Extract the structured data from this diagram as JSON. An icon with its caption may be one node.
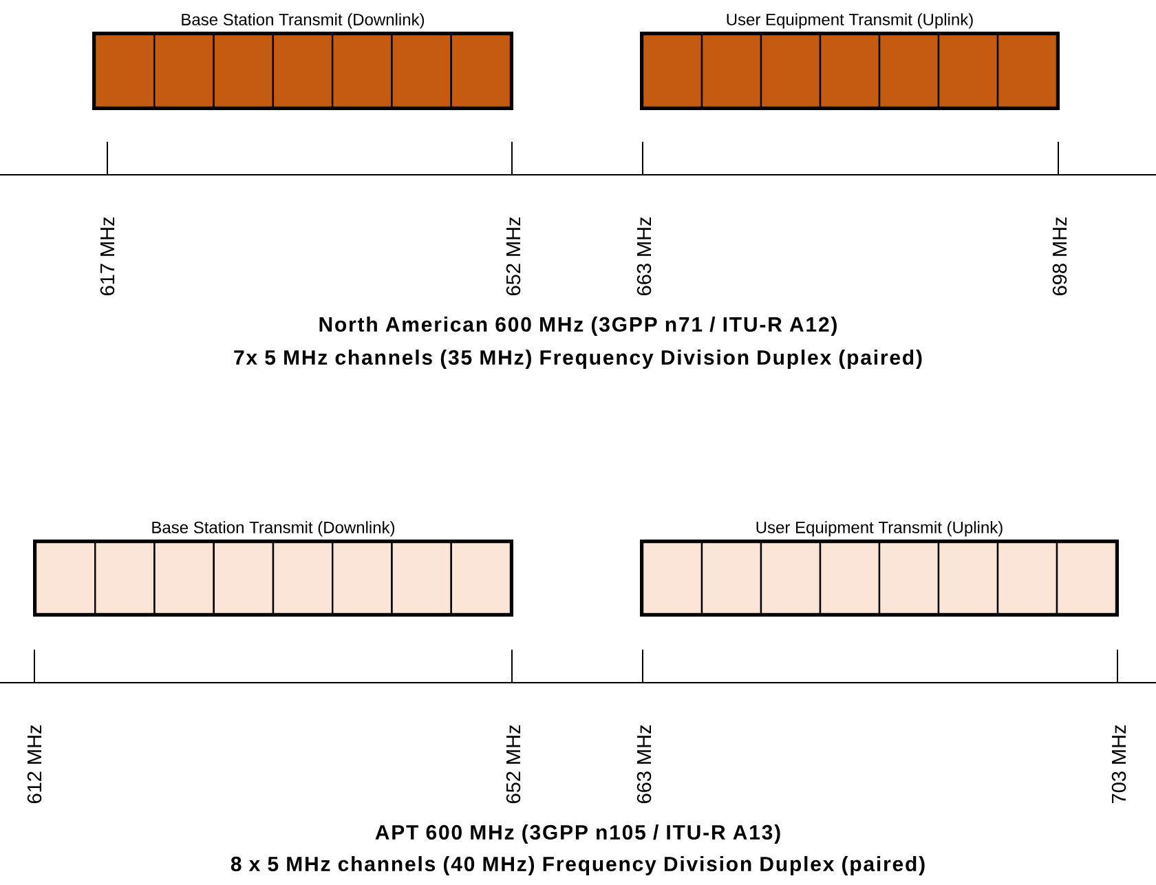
{
  "diagram": {
    "nodes": [
      {
        "text": [
          "Base Station Transmit (Downlink)"
        ]
      },
      {
        "text": [],
        "shape": "box",
        "in": 0
      },
      {
        "text": [],
        "shape": "box",
        "in": 0
      },
      {
        "text": [],
        "shape": "box",
        "in": 0
      },
      {
        "text": [],
        "shape": "box",
        "in": 0
      },
      {
        "text": [],
        "shape": "box",
        "in": 0
      },
      {
        "text": [],
        "shape": "box",
        "in": 0
      },
      {
        "text": [],
        "shape": "box",
        "in": 0
      },
      {
        "text": [
          "User Equipment Transmit (Uplink)"
        ]
      },
      {
        "text": [],
        "shape": "box",
        "in": 8
      },
      {
        "text": [],
        "shape": "box",
        "in": 8
      },
      {
        "text": [],
        "shape": "box",
        "in": 8
      },
      {
        "text": [],
        "shape": "box",
        "in": 8
      },
      {
        "text": [],
        "shape": "box",
        "in": 8
      },
      {
        "text": [],
        "shape": "box",
        "in": 8
      },
      {
        "text": [],
        "shape": "box",
        "in": 8
      },
      {
        "text": [
          "Base Station Transmit (Downlink)"
        ]
      },
      {
        "text": [],
        "shape": "box",
        "in": 16
      },
      {
        "text": [],
        "shape": "box",
        "in": 16
      },
      {
        "text": [],
        "shape": "box",
        "in": 16
      },
      {
        "text": [],
        "shape": "box",
        "in": 16
      },
      {
        "text": [],
        "shape": "box",
        "in": 16
      },
      {
        "text": [],
        "shape": "box",
        "in": 16
      },
      {
        "text": [],
        "shape": "box",
        "in": 16
      },
      {
        "text": [],
        "shape": "box",
        "in": 16
      },
      {
        "text": [
          "User Equipment Transmit (Uplink)"
        ]
      },
      {
        "text": [],
        "shape": "box",
        "in": 25
      },
      {
        "text": [],
        "shape": "box",
        "in": 25
      },
      {
        "text": [],
        "shape": "box",
        "in": 25
      },
      {
        "text": [],
        "shape": "box",
        "in": 25
      },
      {
        "text": [],
        "shape": "box",
        "in": 25
      },
      {
        "text": [],
        "shape": "box",
        "in": 25
      },
      {
        "text": [],
        "shape": "box",
        "in": 25
      },
      {
        "text": [],
        "shape": "box",
        "in": 25
      }
    ],
    "labels": [
      "617 MHz",
      "652 MHz",
      "663 MHz",
      "698 MHz",
      "North American 600 MHz (3GPP n71 / ITU-R A12)",
      "7x 5 MHz channels (35 MHz) Frequency Division Duplex (paired)",
      "612 MHz",
      "652 MHz",
      "663 MHz",
      "703 MHz",
      "APT 600 MHz (3GPP n105 / ITU-R A13)",
      "8 x 5 MHz channels (40 MHz) Frequency Division Duplex (paired)"
    ]
  }
}
